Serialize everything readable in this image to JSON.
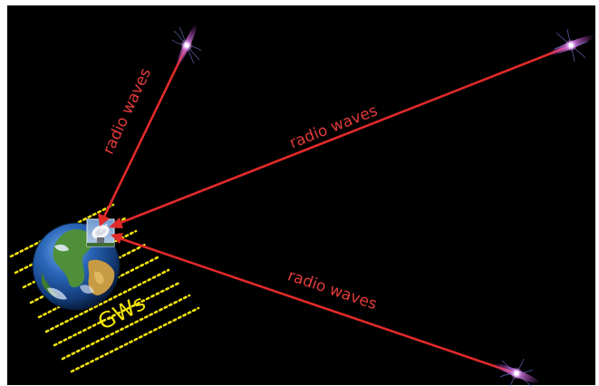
{
  "diagram": {
    "labels": {
      "top_left_arrow": "radio waves",
      "top_right_arrow": "radio waves",
      "bottom_right_arrow": "radio waves",
      "gravitational_waves": "GWs"
    },
    "colors": {
      "background": "#000000",
      "arrow": "#e12a2a",
      "arrow_label": "#e23a3a",
      "gw_lines": "#f2e30a",
      "pulsar_beam": "#d16ad8",
      "pulsar_core": "#ffffff"
    },
    "icons": {
      "earth": "earth-globe-icon",
      "telescope": "radio-telescope-icon",
      "pulsar": "pulsar-icon"
    }
  }
}
